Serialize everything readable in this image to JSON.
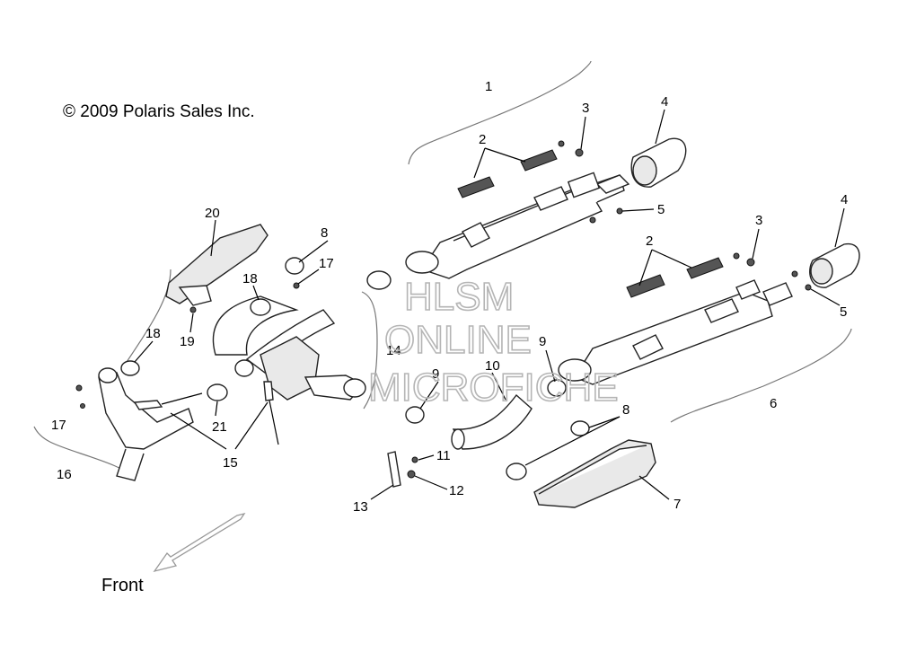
{
  "copyright": "© 2009 Polaris Sales Inc.",
  "front_label": "Front",
  "watermark": [
    "HLSM",
    "ONLINE",
    "MICROFICHE"
  ],
  "callouts": [
    "1",
    "2",
    "3",
    "4",
    "5",
    "2",
    "3",
    "4",
    "5",
    "6",
    "7",
    "8",
    "9",
    "9",
    "10",
    "11",
    "12",
    "13",
    "14",
    "15",
    "16",
    "17",
    "17",
    "18",
    "18",
    "19",
    "20",
    "21",
    "8"
  ]
}
